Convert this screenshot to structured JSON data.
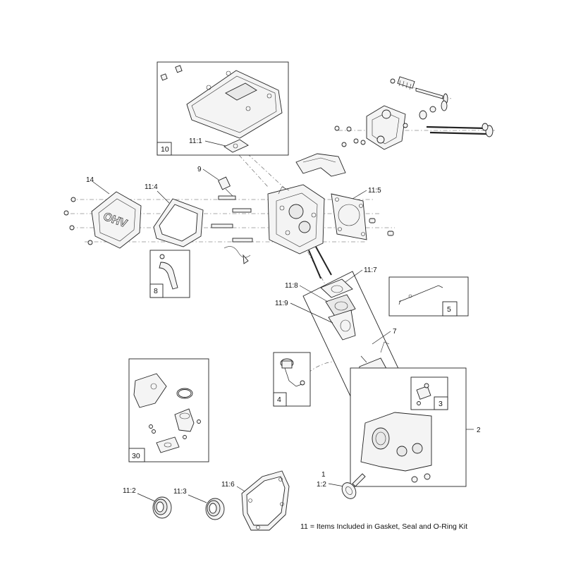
{
  "labels": {
    "l1": "1",
    "l1_2": "1:2",
    "l2": "2",
    "l3": "3",
    "l4": "4",
    "l5": "5",
    "l7": "7",
    "l8": "8",
    "l9": "9",
    "l10": "10",
    "l11_1": "11:1",
    "l11_2": "11:2",
    "l11_3": "11:3",
    "l11_4": "11:4",
    "l11_5": "11:5",
    "l11_6": "11:6",
    "l11_7": "11:7",
    "l11_8": "11:8",
    "l11_9": "11:9",
    "l14": "14",
    "l30": "30"
  },
  "footnote": "11 = Items Included in Gasket, Seal and O-Ring Kit"
}
